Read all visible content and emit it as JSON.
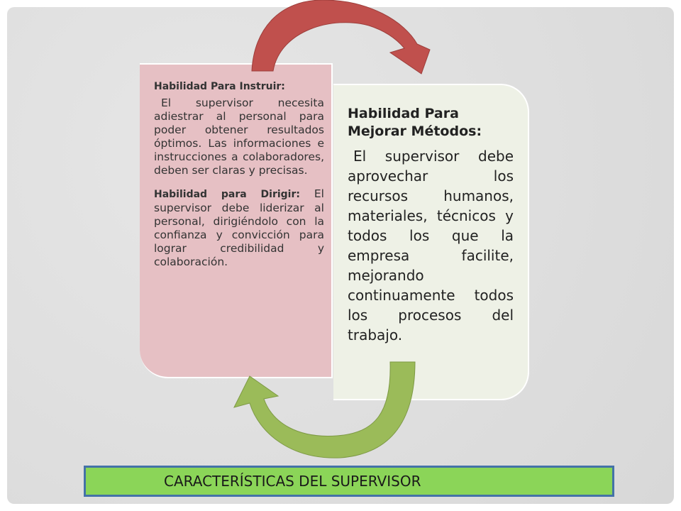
{
  "left_card": {
    "heading": "Habilidad Para Instruir",
    "heading_suffix": ":",
    "paragraph": "El supervisor necesita adiestrar al personal para poder obtener resultados óptimos. Las informaciones e instrucciones a colaboradores, deben ser claras y precisas.",
    "second_heading": "Habilidad para Dirigir",
    "second_heading_suffix": ":",
    "second_paragraph": "El supervisor debe liderizar al personal, dirigiéndolo con la confianza y convicción para lograr credibilidad y colaboración."
  },
  "right_card": {
    "heading": "Habilidad Para Mejorar Métodos",
    "heading_suffix": ":",
    "paragraph": "El supervisor debe aprovechar los recursos humanos, materiales, técnicos y todos los que la empresa facilite, mejorando continuamente todos los procesos del trabajo."
  },
  "footer": {
    "title": "CARACTERÍSTICAS DEL SUPERVISOR"
  },
  "colors": {
    "top_arrow": "#c0504d",
    "bottom_arrow": "#9bbb59",
    "left_card_bg": "#e6c0c4",
    "right_card_bg": "#eef1e6",
    "footer_bg": "#8bd558",
    "footer_border": "#4472a8"
  }
}
